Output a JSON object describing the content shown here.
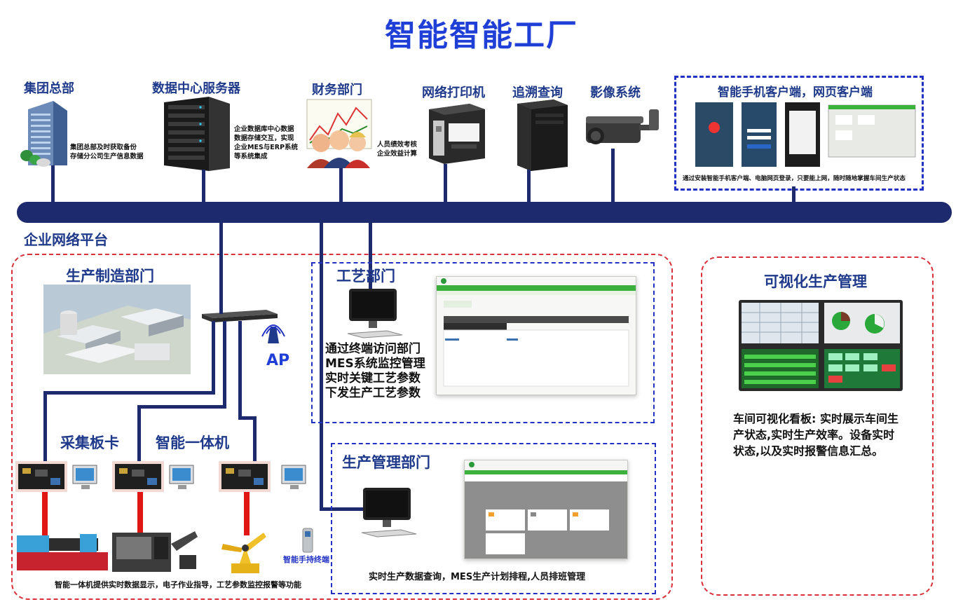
{
  "title": "智能智能工厂",
  "top_nodes": [
    {
      "label": "集团总部",
      "icon": "office-building-icon"
    },
    {
      "label": "数据中心服务器",
      "icon": "server-rack-icon"
    },
    {
      "label": "财务部门",
      "icon": "finance-people-icon"
    },
    {
      "label": "网络打印机",
      "icon": "printer-icon"
    },
    {
      "label": "追溯查询",
      "icon": "tower-pc-icon"
    },
    {
      "label": "影像系统",
      "icon": "camera-icon"
    }
  ],
  "hq_note": [
    "集团总部及时获取备份",
    "存储分公司生产信息数据"
  ],
  "server_note": [
    "企业数据库中心数据",
    "数据存储交互，实现",
    "企业MES与ERP系统",
    "等系统集成"
  ],
  "finance_note": [
    "人员绩效考核",
    "企业效益计算"
  ],
  "mobile": {
    "title": "智能手机客户端，网页客户端",
    "note": "通过安装智能手机客户端、电脑网页登录，只要能上网，随时随地掌握车间生产状态"
  },
  "network_label": "企业网络平台",
  "production": {
    "title": "生产制造部门",
    "ap": "AP",
    "collector": "采集板卡",
    "terminal": "智能一体机",
    "handheld": "智能手持终端",
    "note": "智能一体机提供实时数据显示，电子作业指导，工艺参数监控报警等功能"
  },
  "process": {
    "title": "工艺部门",
    "desc": [
      "通过终端访问部门",
      "MES系统监控管理",
      "实时关键工艺参数",
      "下发生产工艺参数"
    ]
  },
  "prod_mgmt": {
    "title": "生产管理部门",
    "note": "实时生产数据查询，MES生产计划排程,人员排班管理"
  },
  "visual": {
    "title": "可视化生产管理",
    "desc": [
      "车间可视化看板: 实时展示车间生",
      "产状态,实时生产效率。设备实时",
      "状态,以及实时报警信息汇总。"
    ]
  },
  "colors": {
    "bus": "#1e2a6e",
    "title": "#1f3fd6",
    "red_dash": "#d9323a",
    "blue_dash": "#2233c4",
    "red_link": "#e01616"
  }
}
